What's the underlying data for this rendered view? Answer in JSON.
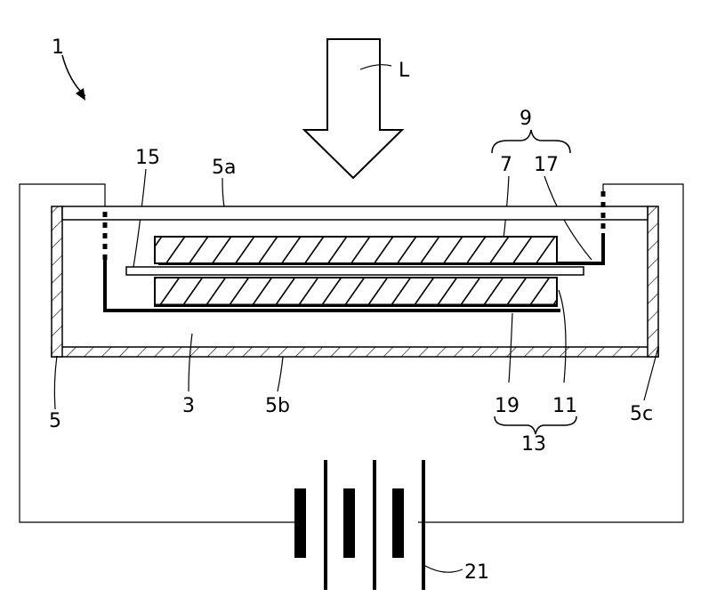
{
  "labels": {
    "device": "1",
    "light": "L",
    "stack_top": "9",
    "top_wall": "5a",
    "lead_left": "15",
    "upper_electrode": "7",
    "lead_right": "17",
    "container": "5",
    "medium": "3",
    "bottom_wall": "5b",
    "lower_layer": "19",
    "lower_electrode": "11",
    "side_wall": "5c",
    "stack_bottom": "13",
    "battery": "21"
  }
}
